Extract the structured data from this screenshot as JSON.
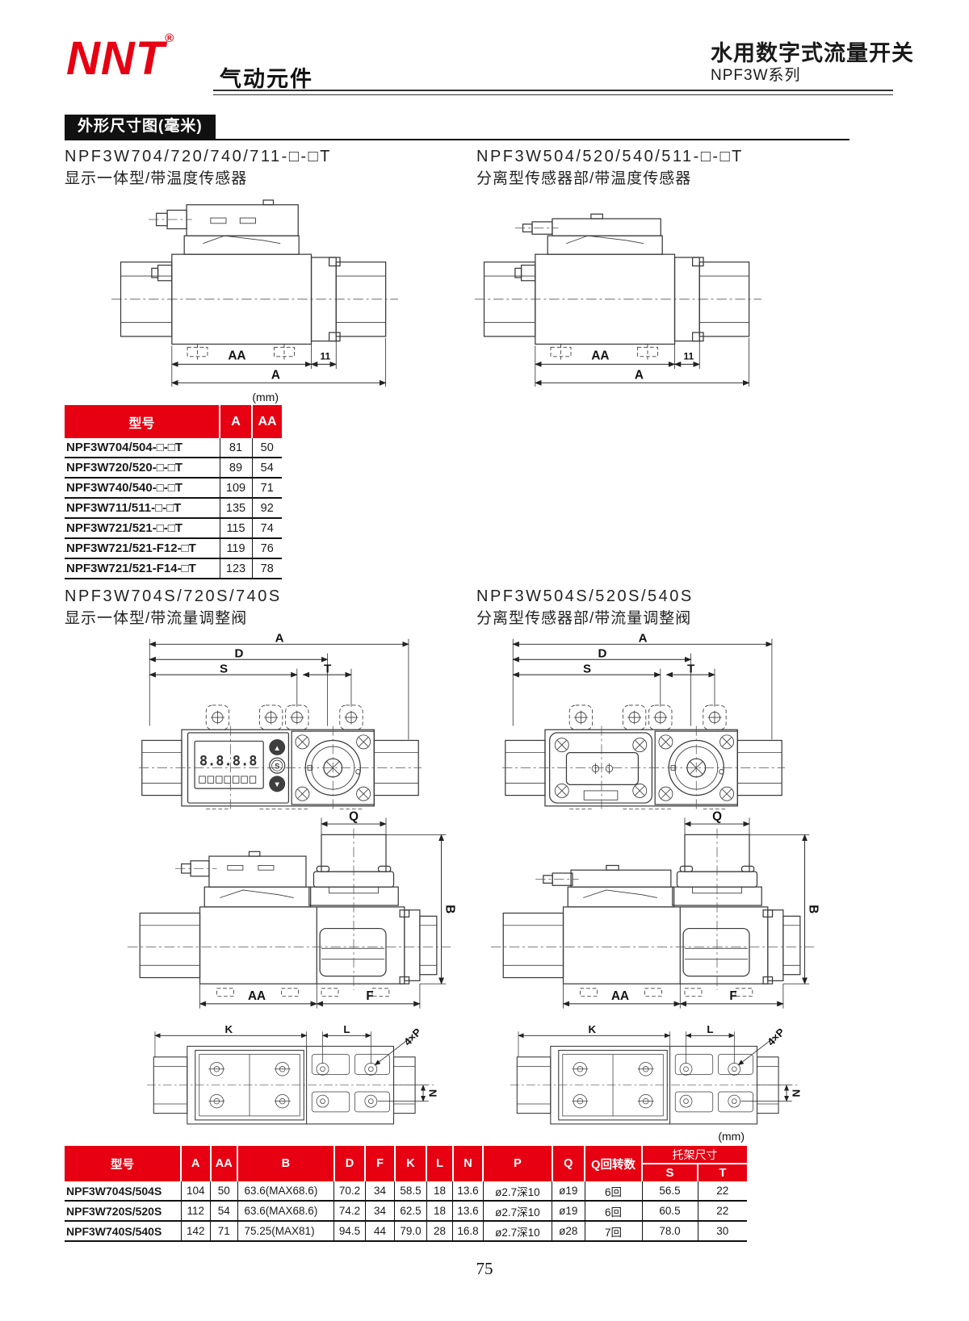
{
  "header": {
    "brand": "NNT",
    "reg_mark": "®",
    "brand_sub": "气动元件",
    "title": "水用数字式流量开关",
    "series": "NPF3W系列"
  },
  "section_title": "外形尺寸图(毫米)",
  "unit_label": "(mm)",
  "page_number": "75",
  "colors": {
    "accent_red": "#e60012",
    "ink": "#1a1a1a",
    "drawing_line": "#3a3a3a"
  },
  "models": [
    {
      "code": "NPF3W704/720/740/711-□-□T",
      "desc": "显示一体型/带温度传感器"
    },
    {
      "code": "NPF3W504/520/540/511-□-□T",
      "desc": "分离型传感器部/带温度传感器"
    },
    {
      "code": "NPF3W704S/720S/740S",
      "desc": "显示一体型/带流量调整阀"
    },
    {
      "code": "NPF3W504S/520S/540S",
      "desc": "分离型传感器部/带流量调整阀"
    }
  ],
  "dims": {
    "A": "A",
    "AA": "AA",
    "eleven": "11",
    "D": "D",
    "S": "S",
    "T": "T",
    "Q": "Q",
    "B": "B",
    "F": "F",
    "K": "K",
    "L": "L",
    "N": "N",
    "p4": "4×P"
  },
  "display": {
    "reading": "8.8.8.8",
    "btn_up": "▲",
    "btn_mid": "S",
    "btn_down": "▼"
  },
  "table1": {
    "headers": [
      "型号",
      "A",
      "AA"
    ],
    "rows": [
      [
        "NPF3W704/504-□-□T",
        "81",
        "50"
      ],
      [
        "NPF3W720/520-□-□T",
        "89",
        "54"
      ],
      [
        "NPF3W740/540-□-□T",
        "109",
        "71"
      ],
      [
        "NPF3W711/511-□-□T",
        "135",
        "92"
      ],
      [
        "NPF3W721/521-□-□T",
        "115",
        "74"
      ],
      [
        "NPF3W721/521-F12-□T",
        "119",
        "76"
      ],
      [
        "NPF3W721/521-F14-□T",
        "123",
        "78"
      ]
    ]
  },
  "table2": {
    "headers": [
      "型号",
      "A",
      "AA",
      "B",
      "D",
      "F",
      "K",
      "L",
      "N",
      "P",
      "Q",
      "Q回转数"
    ],
    "bracket_header": "托架尺寸",
    "sub_headers": [
      "S",
      "T"
    ],
    "rows": [
      [
        "NPF3W704S/504S",
        "104",
        "50",
        "63.6(MAX68.6)",
        "70.2",
        "34",
        "58.5",
        "18",
        "13.6",
        "ø2.7深10",
        "ø19",
        "6回",
        "56.5",
        "22"
      ],
      [
        "NPF3W720S/520S",
        "112",
        "54",
        "63.6(MAX68.6)",
        "74.2",
        "34",
        "62.5",
        "18",
        "13.6",
        "ø2.7深10",
        "ø19",
        "6回",
        "60.5",
        "22"
      ],
      [
        "NPF3W740S/540S",
        "142",
        "71",
        "75.25(MAX81)",
        "94.5",
        "44",
        "79.0",
        "28",
        "16.8",
        "ø2.7深10",
        "ø28",
        "7回",
        "78.0",
        "30"
      ]
    ]
  }
}
